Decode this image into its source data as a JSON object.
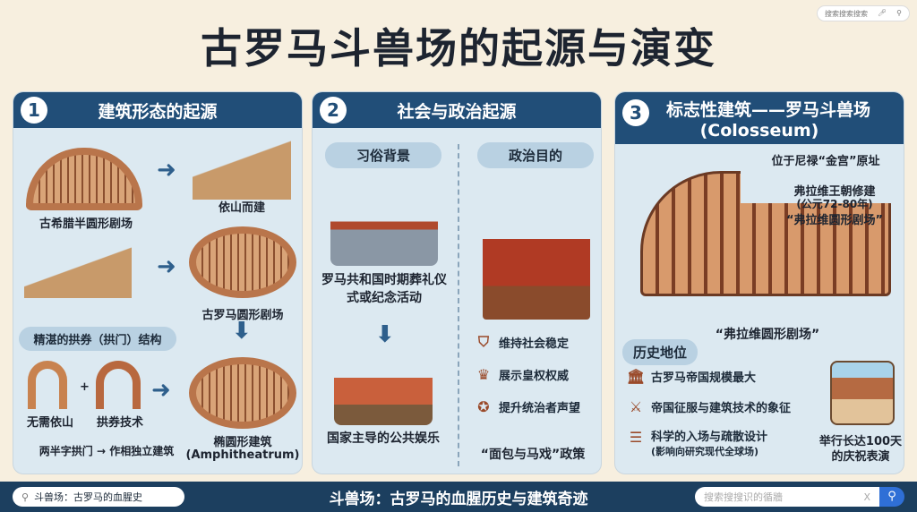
{
  "title": "古罗马斗兽场的起源与演变",
  "top_search": {
    "placeholder": "搜索搜索搜索"
  },
  "panel1": {
    "number": "1",
    "title": "建筑形态的起源",
    "greek_theatre": "古希腊半圆形剧场",
    "hillside": "依山而建",
    "roman_amphi": "古罗马圆形剧场",
    "arch_heading": "精湛的拱券（拱门）结构",
    "no_hill": "无需依山",
    "arch_tech": "拱券技术",
    "plus": "+",
    "two_arches": "两半字拱门 → 作相独立建筑",
    "elliptical": "椭圆形建筑",
    "elliptical_en": "(Amphitheatrum)"
  },
  "panel2": {
    "number": "2",
    "title": "社会与政治起源",
    "custom_heading": "习俗背景",
    "political_heading": "政治目的",
    "funeral": "罗马共和国时期葬礼仪式或纪念活动",
    "state_ent": "国家主导的公共娱乐",
    "purposes": [
      {
        "icon": "shield-star-icon",
        "text": "维持社会稳定"
      },
      {
        "icon": "crown-icon",
        "text": "展示皇权权威"
      },
      {
        "icon": "medal-icon",
        "text": "提升统治者声望"
      }
    ],
    "bread": "“面包与马戏”政策"
  },
  "panel3": {
    "number": "3",
    "title": "标志性建筑——罗马斗兽场",
    "title_en": "(Colosseum)",
    "callout1": "位于尼禄“金宫”原址",
    "callout2": "弗拉维王朝修建",
    "callout3": "(公元72-80年)",
    "callout4": "“弗拉维圆形剧场”",
    "caption": "“弗拉维圆形剧场”",
    "history_heading": "历史地位",
    "items": [
      {
        "icon": "temple-icon",
        "text": "古罗马帝国规模最大"
      },
      {
        "icon": "crossed-swords-icon",
        "text": "帝国征服与建筑技术的象征"
      },
      {
        "icon": "stairs-icon",
        "text": "科学的入场与疏散设计",
        "sub": "(影响向研究现代全球场)"
      }
    ],
    "celebration": "举行长达100天的庆祝表演"
  },
  "bottom": {
    "left_search": "斗兽场：古罗马的血腥史",
    "center_title": "斗兽场：古罗马的血腥历史与建筑奇迹",
    "right_search_placeholder": "搜索搜搜识的循牆",
    "clear": "X"
  }
}
